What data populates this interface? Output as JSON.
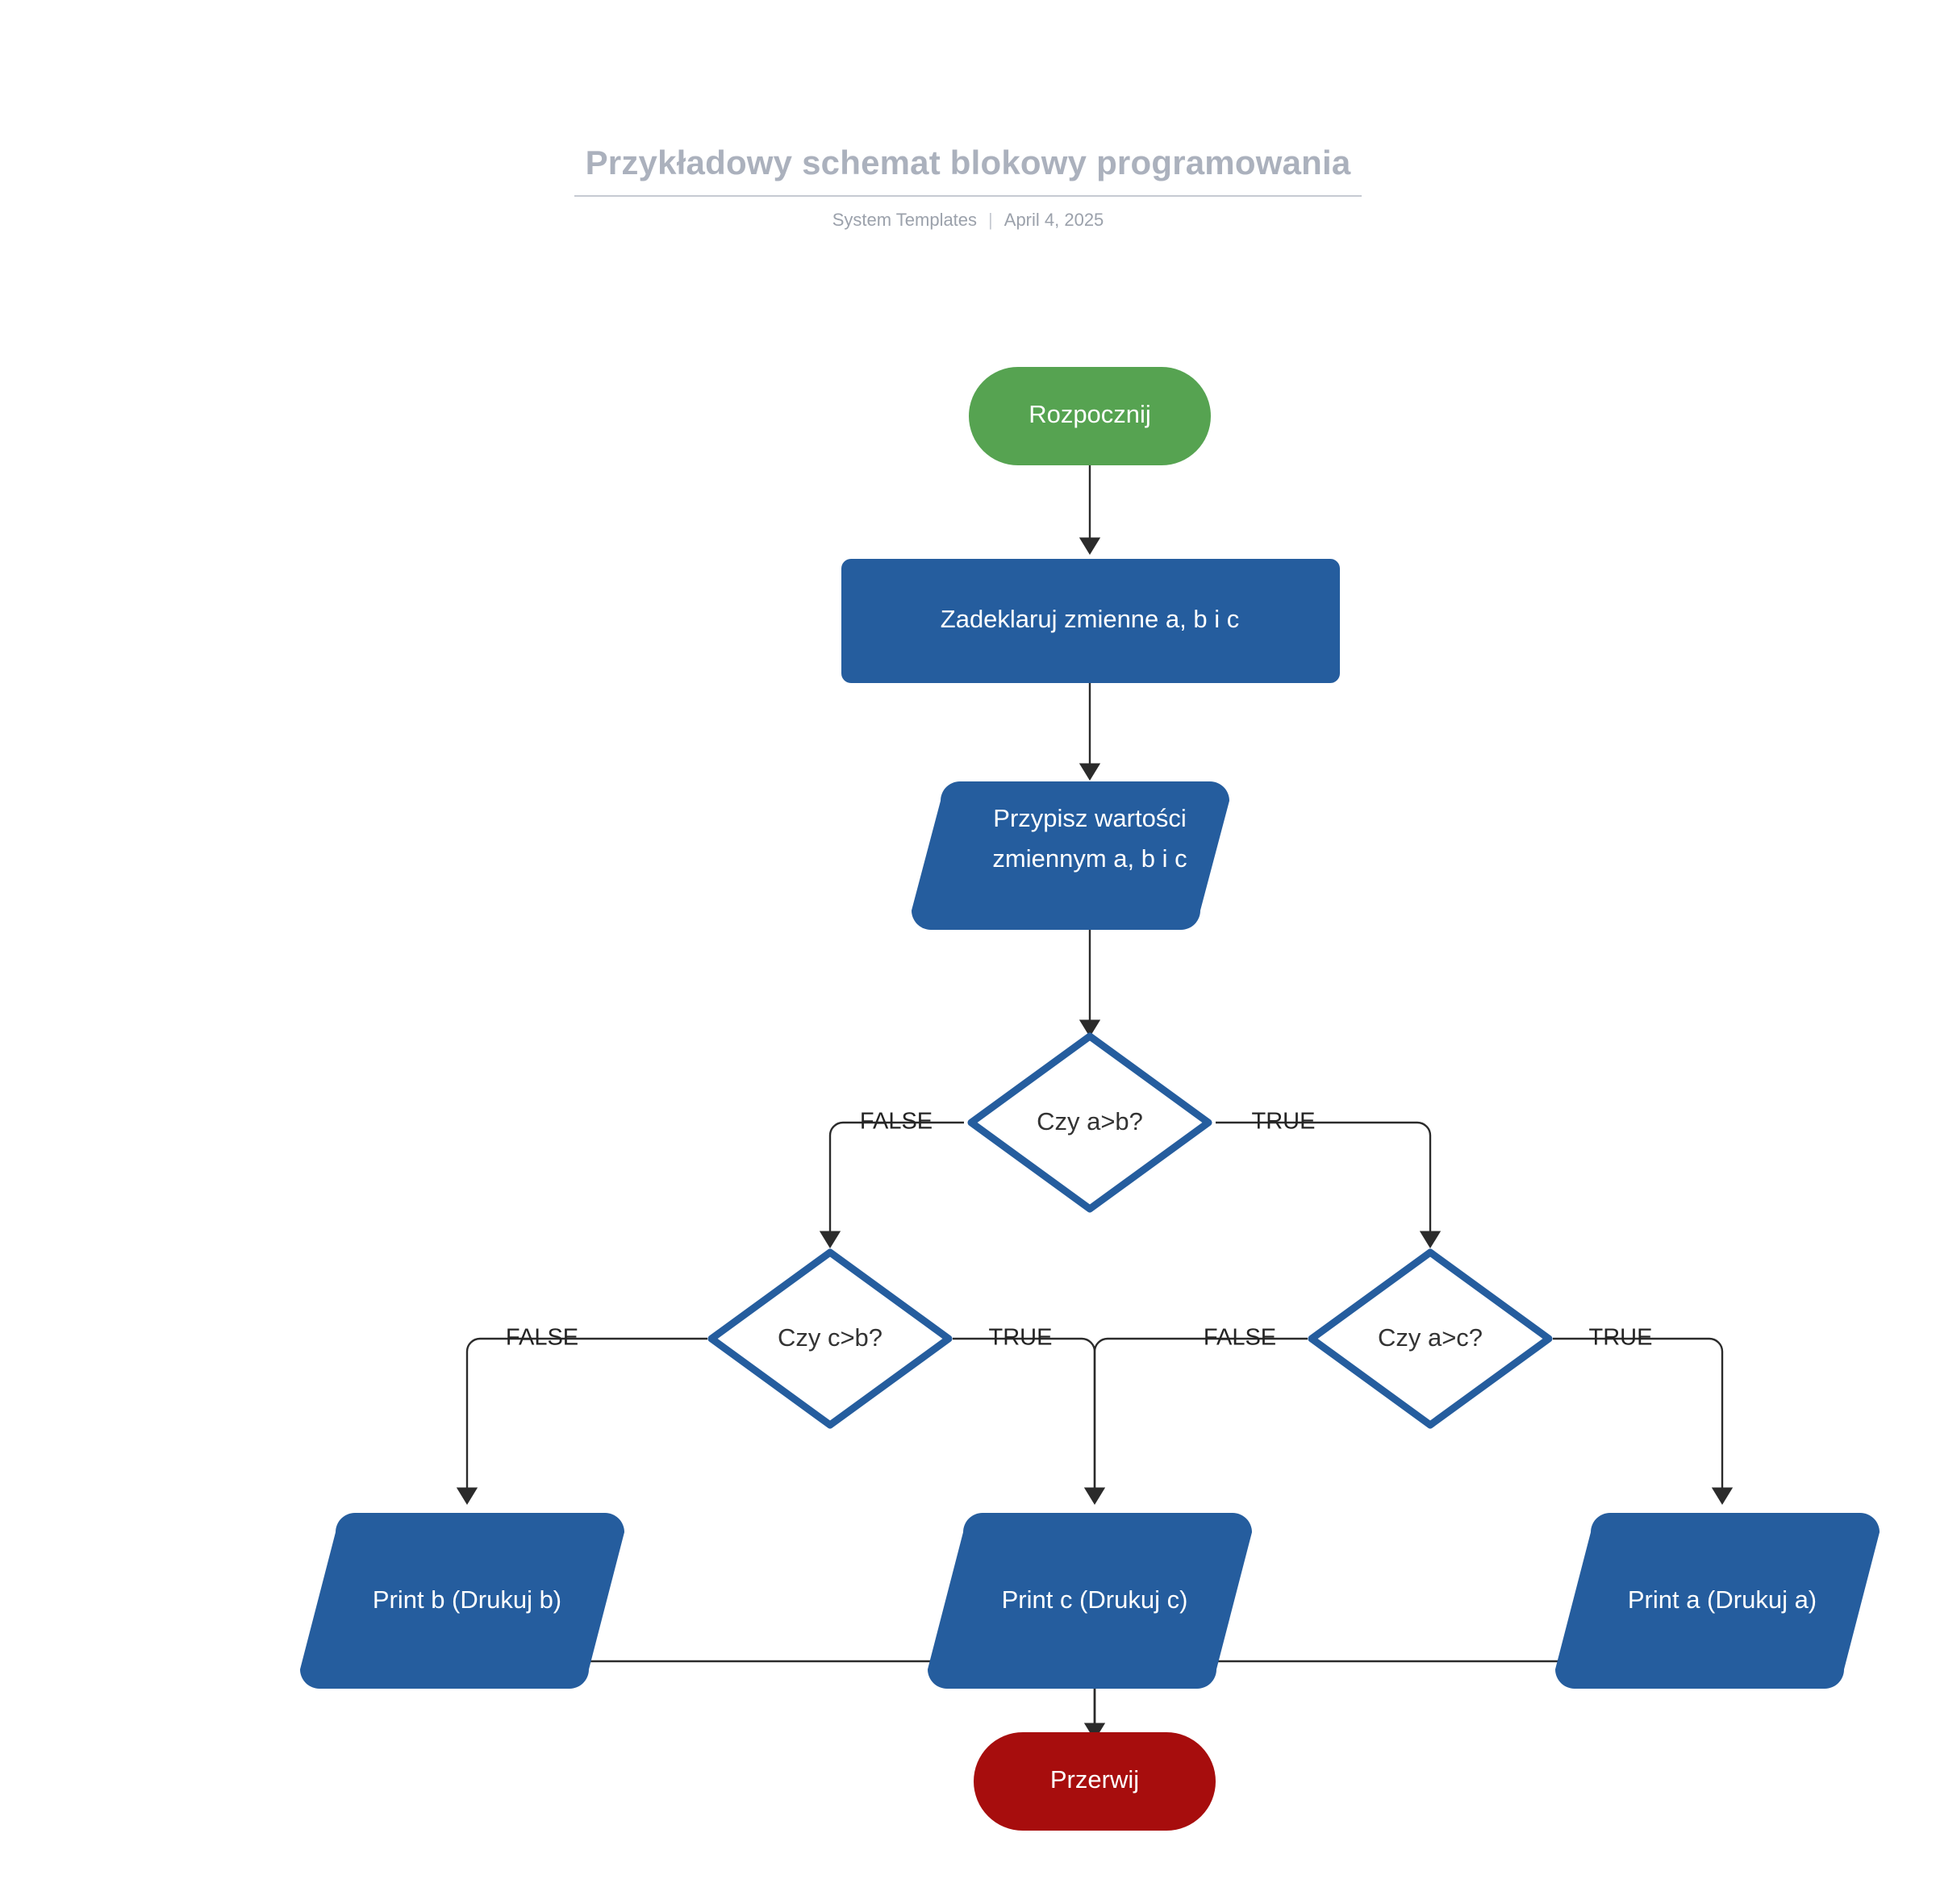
{
  "header": {
    "title": "Przykładowy schemat blokowy programowania",
    "source": "System Templates",
    "separator": "|",
    "date": "April 4, 2025"
  },
  "colors": {
    "start_fill": "#56a351",
    "process_fill": "#255d9e",
    "decision_stroke": "#255d9e",
    "decision_fill": "#ffffff",
    "end_fill": "#a70d0d",
    "edge_stroke": "#2b2b2b",
    "title_text": "#abb1bd",
    "subtitle_text": "#9ba1ab",
    "node_text": "#ffffff",
    "decision_text": "#333333",
    "canvas_background": "#ffffff"
  },
  "chart_data": {
    "type": "flowchart",
    "title": "Przykładowy schemat blokowy programowania",
    "nodes": [
      {
        "id": "start",
        "shape": "stadium",
        "label": "Rozpocznij",
        "label_lines": [
          "Rozpocznij"
        ]
      },
      {
        "id": "declare",
        "shape": "rounded-rect",
        "label": "Zadeklaruj zmienne a, b i c",
        "label_lines": [
          "Zadeklaruj zmienne a, b i c"
        ]
      },
      {
        "id": "assign",
        "shape": "parallelogram",
        "label": "Przypisz wartości zmiennym a, b i c",
        "label_lines": [
          "Przypisz wartości",
          "zmiennym a, b i c"
        ]
      },
      {
        "id": "dec_ab",
        "shape": "diamond",
        "label": "Czy a>b?",
        "label_lines": [
          "Czy a>b?"
        ]
      },
      {
        "id": "dec_cb",
        "shape": "diamond",
        "label": "Czy c>b?",
        "label_lines": [
          "Czy c>b?"
        ]
      },
      {
        "id": "dec_ac",
        "shape": "diamond",
        "label": "Czy a>c?",
        "label_lines": [
          "Czy a>c?"
        ]
      },
      {
        "id": "print_b",
        "shape": "parallelogram",
        "label": "Print b (Drukuj b)",
        "label_lines": [
          "Print b (Drukuj b)"
        ]
      },
      {
        "id": "print_c",
        "shape": "parallelogram",
        "label": "Print c (Drukuj c)",
        "label_lines": [
          "Print c (Drukuj c)"
        ]
      },
      {
        "id": "print_a",
        "shape": "parallelogram",
        "label": "Print a (Drukuj a)",
        "label_lines": [
          "Print a (Drukuj a)"
        ]
      },
      {
        "id": "end",
        "shape": "stadium",
        "label": "Przerwij",
        "label_lines": [
          "Przerwij"
        ]
      }
    ],
    "edges": [
      {
        "from": "start",
        "to": "declare",
        "label": ""
      },
      {
        "from": "declare",
        "to": "assign",
        "label": ""
      },
      {
        "from": "assign",
        "to": "dec_ab",
        "label": ""
      },
      {
        "from": "dec_ab",
        "to": "dec_cb",
        "label": "FALSE"
      },
      {
        "from": "dec_ab",
        "to": "dec_ac",
        "label": "TRUE"
      },
      {
        "from": "dec_cb",
        "to": "print_b",
        "label": "FALSE"
      },
      {
        "from": "dec_cb",
        "to": "print_c",
        "label": "TRUE"
      },
      {
        "from": "dec_ac",
        "to": "print_c",
        "label": "FALSE"
      },
      {
        "from": "dec_ac",
        "to": "print_a",
        "label": "TRUE"
      },
      {
        "from": "print_b",
        "to": "end",
        "label": ""
      },
      {
        "from": "print_c",
        "to": "end",
        "label": ""
      },
      {
        "from": "print_a",
        "to": "end",
        "label": ""
      }
    ],
    "edge_labels": {
      "dec_ab_false": "FALSE",
      "dec_ab_true": "TRUE",
      "dec_cb_false": "FALSE",
      "dec_cb_true": "TRUE",
      "dec_ac_false": "FALSE",
      "dec_ac_true": "TRUE"
    }
  }
}
